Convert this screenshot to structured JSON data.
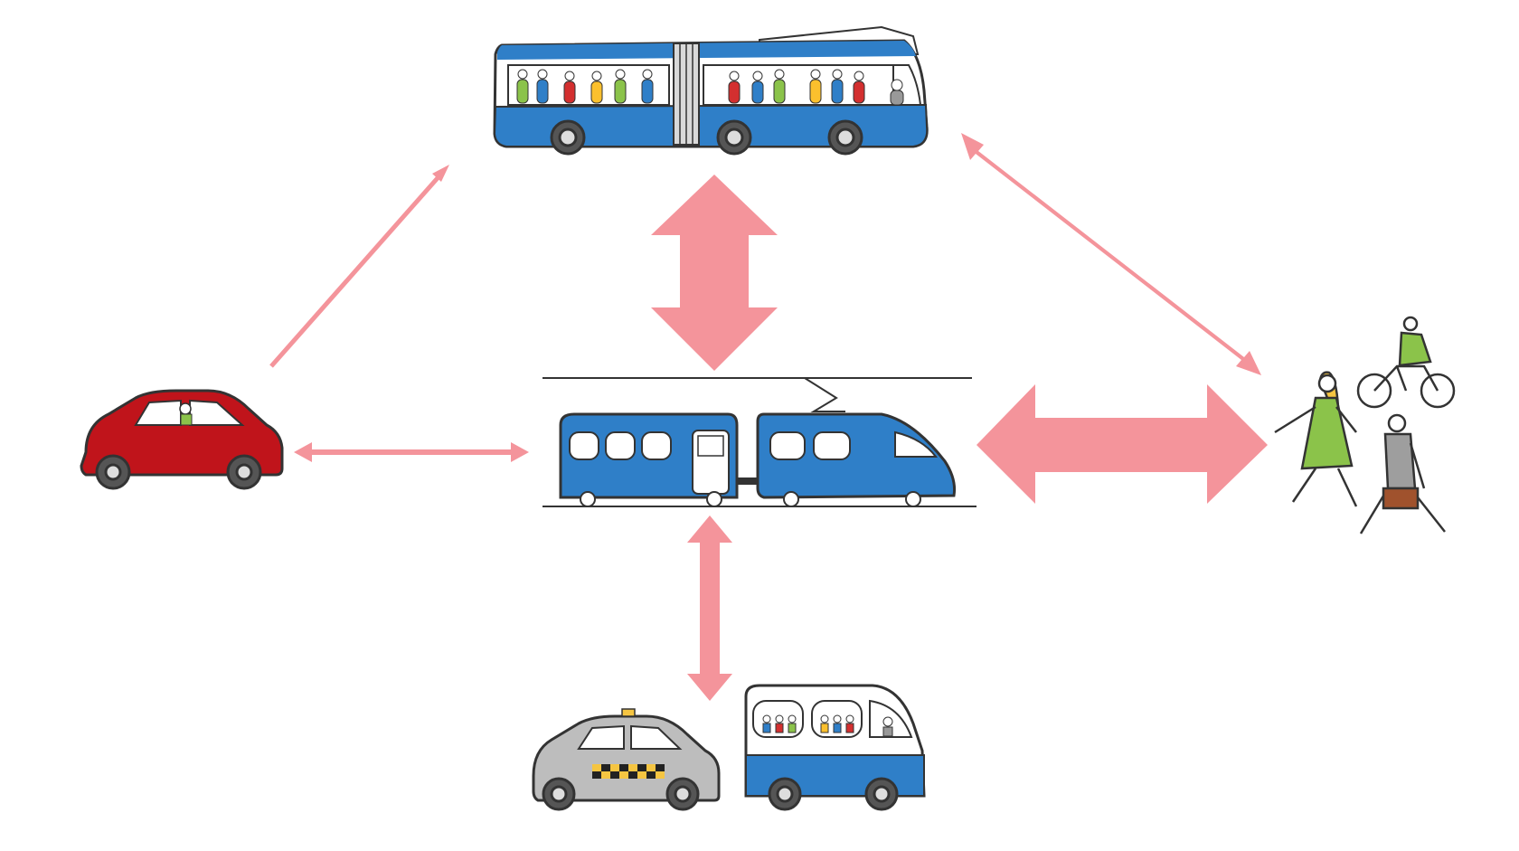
{
  "diagram": {
    "nodes": [
      {
        "id": "bus",
        "icon": "articulated-bus-icon"
      },
      {
        "id": "train",
        "icon": "train-icon"
      },
      {
        "id": "car",
        "icon": "red-car-icon"
      },
      {
        "id": "active",
        "icon": "pedestrians-cyclist-icon"
      },
      {
        "id": "taxi",
        "icon": "taxi-icon"
      },
      {
        "id": "minibus",
        "icon": "minibus-icon"
      }
    ],
    "links": [
      {
        "from": "car",
        "to": "bus",
        "weight": "thin",
        "direction": "one-way"
      },
      {
        "from": "bus",
        "to": "train",
        "weight": "thick",
        "direction": "two-way"
      },
      {
        "from": "bus",
        "to": "active",
        "weight": "medium",
        "direction": "two-way"
      },
      {
        "from": "car",
        "to": "train",
        "weight": "thin",
        "direction": "two-way"
      },
      {
        "from": "train",
        "to": "active",
        "weight": "thick",
        "direction": "two-way"
      },
      {
        "from": "train",
        "to": "taxi-minibus",
        "weight": "medium",
        "direction": "two-way"
      }
    ],
    "colors": {
      "arrow": "#f4949b",
      "vehicle_blue": "#2f7fc8",
      "car_red": "#c0141b",
      "taxi_grey": "#bdbdbd",
      "outline": "#333333"
    }
  }
}
